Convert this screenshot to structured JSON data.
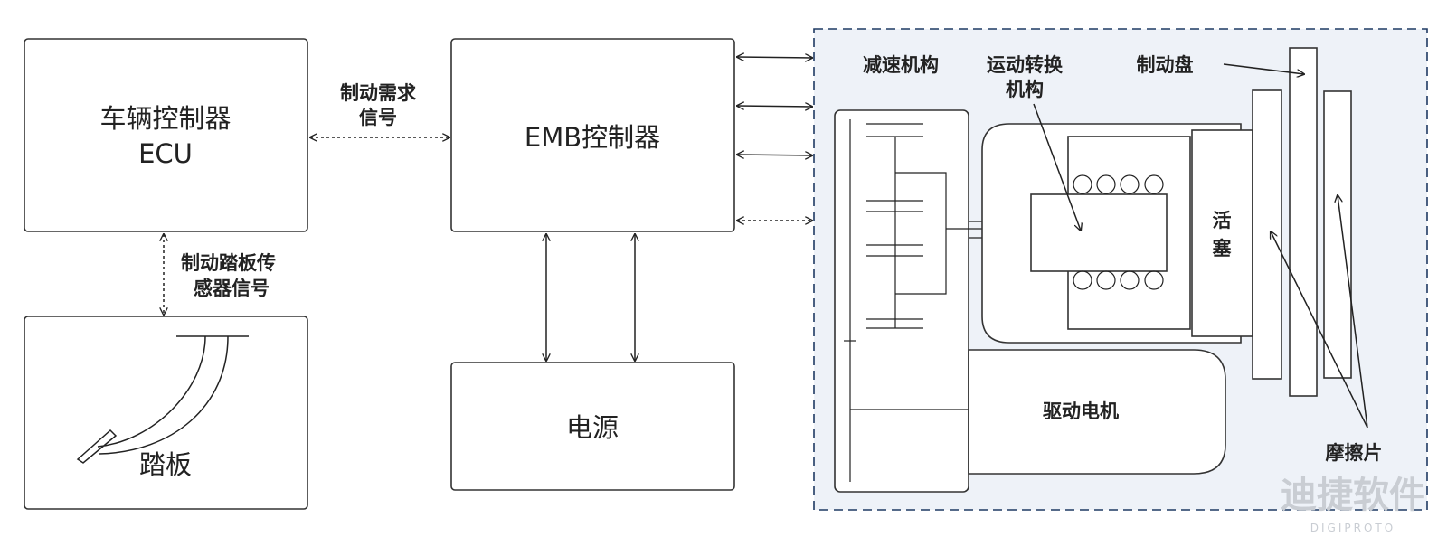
{
  "colors": {
    "line": "#222222",
    "panel_fill": "#eef2f8",
    "panel_border": "#1f3a63",
    "watermark": "#c9cdd3"
  },
  "blocks": {
    "vcu": {
      "line1": "车辆控制器",
      "line2": "ECU"
    },
    "pedal": {
      "label": "踏板"
    },
    "emb": {
      "label": "EMB控制器"
    },
    "power": {
      "label": "电源"
    }
  },
  "links": {
    "brake_demand": {
      "line1": "制动需求",
      "line2": "信号"
    },
    "pedal_sensor": {
      "line1": "制动踏板传",
      "line2": "感器信号"
    }
  },
  "actuator": {
    "reducer": "减速机构",
    "motion_conv": {
      "line1": "运动转换",
      "line2": "机构"
    },
    "disc": "制动盘",
    "piston": {
      "line1": "活",
      "line2": "塞"
    },
    "motor": "驱动电机",
    "pads": "摩擦片"
  },
  "watermark": {
    "cn": "迪捷软件",
    "en": "DIGIPROTO"
  }
}
